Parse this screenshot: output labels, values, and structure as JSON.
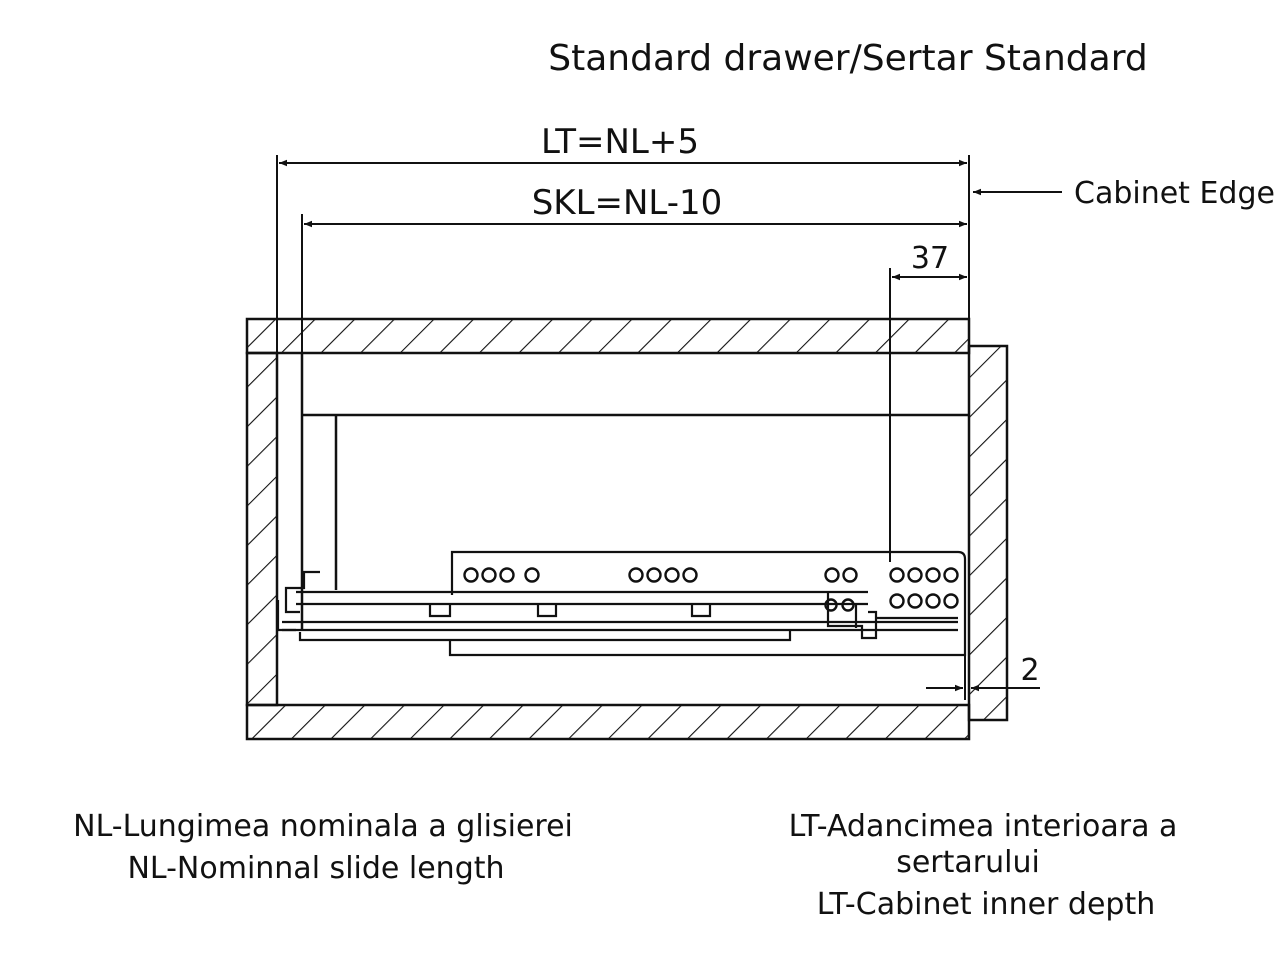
{
  "title": "Standard drawer/Sertar Standard",
  "dims": {
    "lt": "LT=NL+5",
    "skl": "SKL=NL-10",
    "offset": "37",
    "gap": "2"
  },
  "cabinet_edge_label": "Cabinet Edge",
  "legend_left": {
    "line1": "NL-Lungimea nominala a glisierei",
    "line2": "NL-Nominnal slide length"
  },
  "legend_right": {
    "line1": "LT-Adancimea interioara a",
    "line2": "sertarului",
    "line3": "LT-Cabinet inner depth"
  }
}
